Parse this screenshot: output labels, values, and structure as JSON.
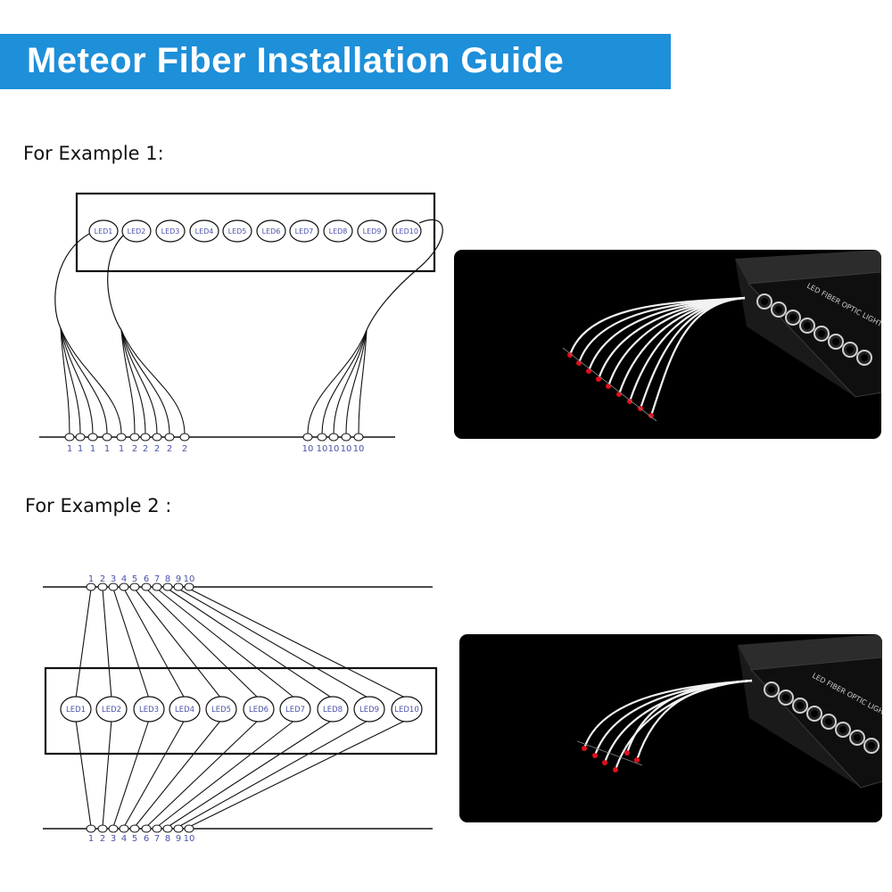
{
  "title": "Meteor Fiber Installation Guide",
  "example1": {
    "label": "For Example 1:",
    "led_labels": [
      "LED1",
      "LED2",
      "LED3",
      "LED4",
      "LED5",
      "LED6",
      "LED7",
      "LED8",
      "LED9",
      "LED10"
    ],
    "bottom_numbers": [
      "1",
      "1",
      "1",
      "1",
      "1",
      "2",
      "2",
      "2",
      "2",
      "2",
      "10",
      "10",
      "10",
      "10",
      "10"
    ]
  },
  "example2": {
    "label": "For Example 2 :",
    "led_labels": [
      "LED1",
      "LED2",
      "LED3",
      "LED4",
      "LED5",
      "LED6",
      "LED7",
      "LED8",
      "LED9",
      "LED10"
    ],
    "top_numbers": [
      "1",
      "2",
      "3",
      "4",
      "5",
      "6",
      "7",
      "8",
      "9",
      "10"
    ],
    "bottom_numbers": [
      "1",
      "2",
      "3",
      "4",
      "5",
      "6",
      "7",
      "8",
      "9",
      "10"
    ]
  },
  "photo_text": {
    "device_label": "LED FIBER OPTIC LIGHT"
  },
  "colors": {
    "banner": "#1e8fd9",
    "led_text": "#4a52a8",
    "number_text": "#4a52a8",
    "fiber_tip": "#e0101a"
  }
}
